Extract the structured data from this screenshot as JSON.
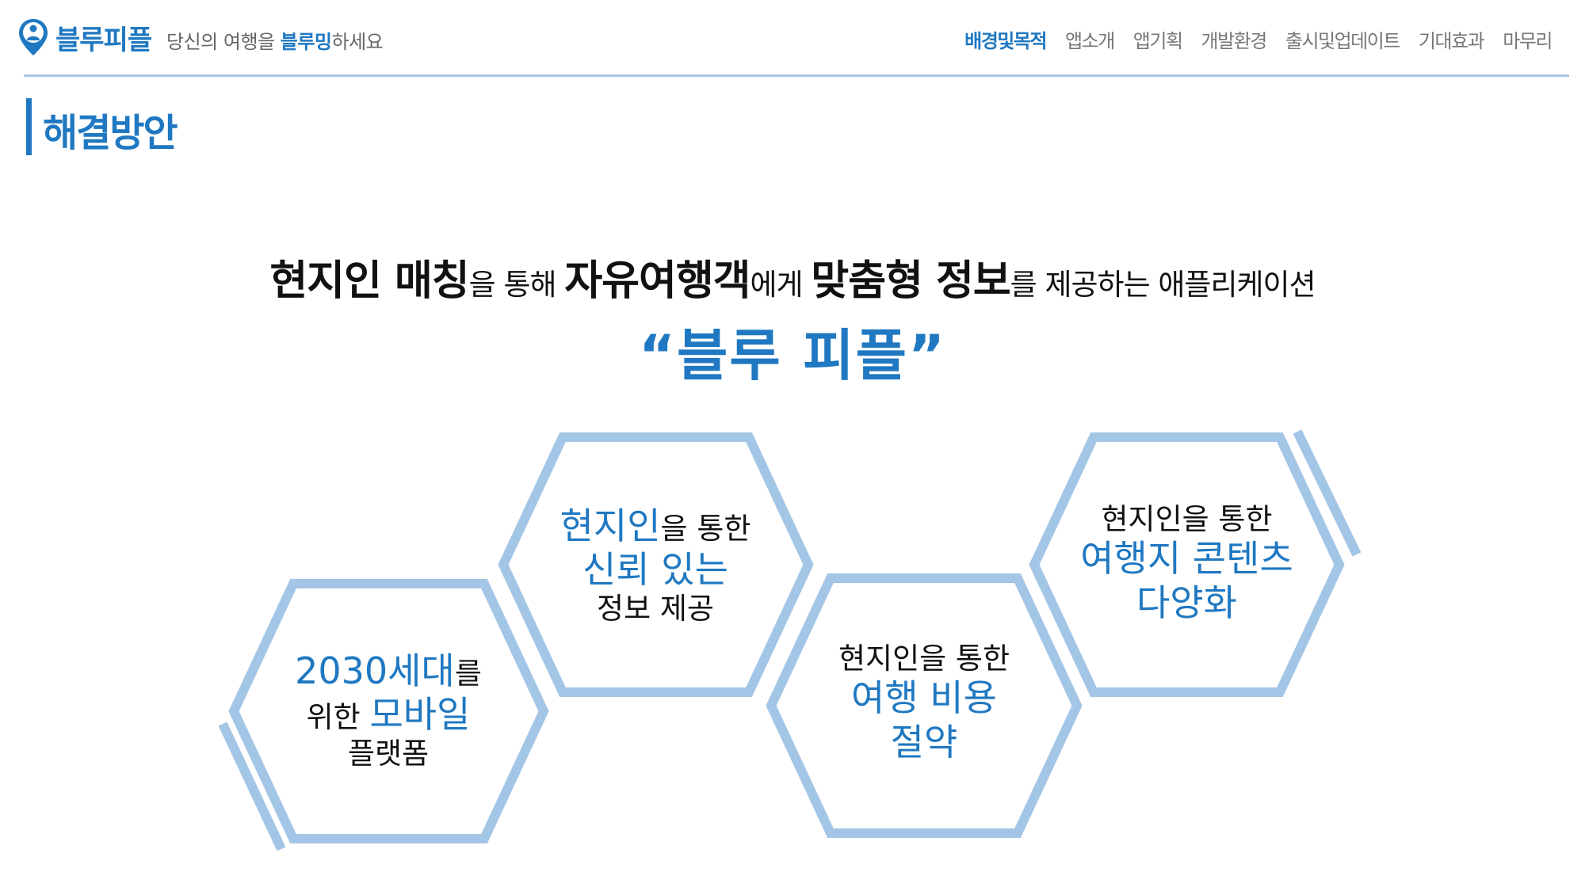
{
  "brand": {
    "name": "블루피플",
    "logo_icon": "location-pin-person-icon",
    "color": "#1f78c1"
  },
  "tagline": {
    "before": "당신의 여행을 ",
    "highlight": "블루밍",
    "after": "하세요"
  },
  "nav": {
    "items": [
      "배경및목적",
      "앱소개",
      "앱기획",
      "개발환경",
      "출시및업데이트",
      "기대효과",
      "마무리"
    ],
    "active_index": 0
  },
  "section": {
    "title": "해결방안"
  },
  "headline": {
    "parts": [
      "현지인 매칭",
      "을 통해 ",
      "자유여행객",
      "에게 ",
      "맞춤형 정보",
      "를 제공하는 애플리케이션"
    ],
    "app_name": "“블루 피플”"
  },
  "hexagons": [
    {
      "line1_a": "2030세대",
      "line1_b": "를",
      "line2_a": "위한 ",
      "line2_b": "모바일",
      "line3": "플랫폼"
    },
    {
      "line1_a": "현지인",
      "line1_b": "을 통한",
      "line2": "신뢰 있는",
      "line3": "정보 제공"
    },
    {
      "line1": "현지인을 통한",
      "line2": "여행 비용",
      "line3": "절약"
    },
    {
      "line1": "현지인을 통한",
      "line2": "여행지 콘텐츠",
      "line3": "다양화"
    }
  ],
  "colors": {
    "accent": "#1f78c1",
    "hex_stroke": "#a4c6e6",
    "rule": "#a9c7e6"
  }
}
